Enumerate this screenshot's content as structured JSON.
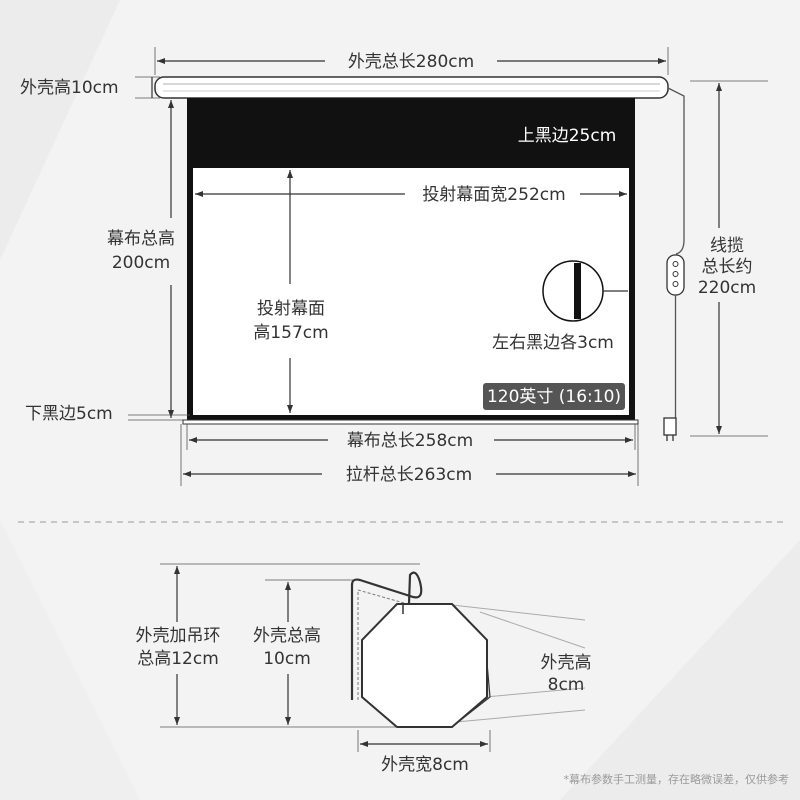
{
  "front_view": {
    "housing_length": "外壳总长280cm",
    "housing_height": "外壳高10cm",
    "top_black_border": "上黑边25cm",
    "projection_width": "投射幕面宽252cm",
    "fabric_height_line1": "幕布总高",
    "fabric_height_line2": "200cm",
    "projection_height_line1": "投射幕面",
    "projection_height_line2": "高157cm",
    "side_black_border": "左右黑边各3cm",
    "size_badge": "120英寸 (16:10)",
    "bottom_black_border": "下黑边5cm",
    "fabric_length": "幕布总长258cm",
    "rod_length": "拉杆总长263cm",
    "cable_line1": "线揽",
    "cable_line2": "总长约",
    "cable_line3": "220cm"
  },
  "side_view": {
    "total_height_line1": "外壳加吊环",
    "total_height_line2": "总高12cm",
    "housing_total_line1": "外壳总高",
    "housing_total_line2": "10cm",
    "housing_height_line1": "外壳高",
    "housing_height_line2": "8cm",
    "housing_width": "外壳宽8cm"
  },
  "footnote": "*幕布参数手工测量，存在略微误差，仅供参考",
  "colors": {
    "background": "#f3f3f3",
    "screen_black": "#111111",
    "screen_white": "#ffffff",
    "badge_bg": "#555555",
    "line": "#333333"
  }
}
